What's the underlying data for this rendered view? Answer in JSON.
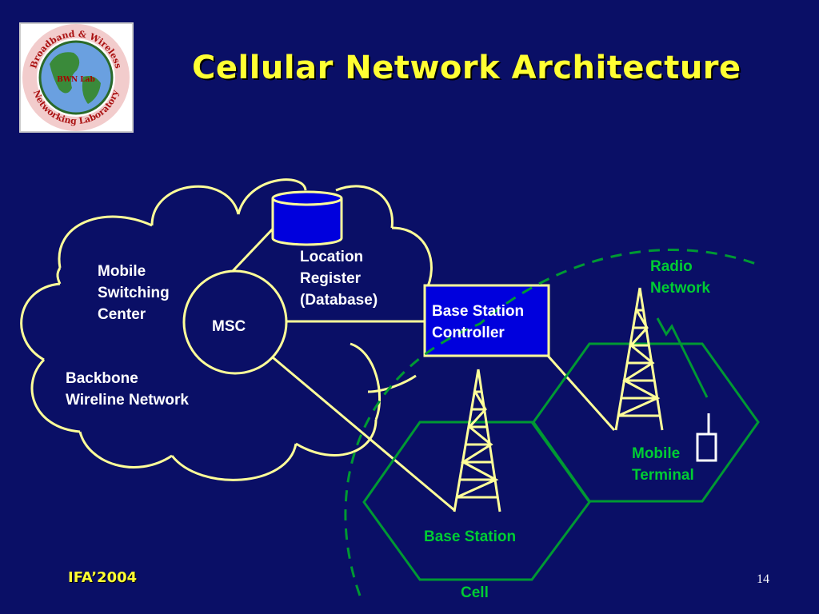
{
  "title": "Cellular Network Architecture",
  "logo": {
    "ring_text_top": "Broadband & Wireless",
    "ring_text_bottom": "Networking Laboratory",
    "center_text": "BWN Lab"
  },
  "labels": {
    "msc_full": "Mobile\nSwitching\nCenter",
    "msc": "MSC",
    "location_register": "Location\nRegister\n(Database)",
    "bsc": "Base Station\nController",
    "backbone": "Backbone\nWireline Network",
    "radio_network": "Radio\nNetwork",
    "mobile_terminal": "Mobile\nTerminal",
    "base_station": "Base Station",
    "cell": "Cell"
  },
  "footer": {
    "left": "IFA’2004",
    "page_number": "14"
  },
  "colors": {
    "background": "#0a0f66",
    "title": "#ffff33",
    "lines": "#ffff99",
    "radio": "#009933",
    "bsc_fill": "#0000dd"
  }
}
